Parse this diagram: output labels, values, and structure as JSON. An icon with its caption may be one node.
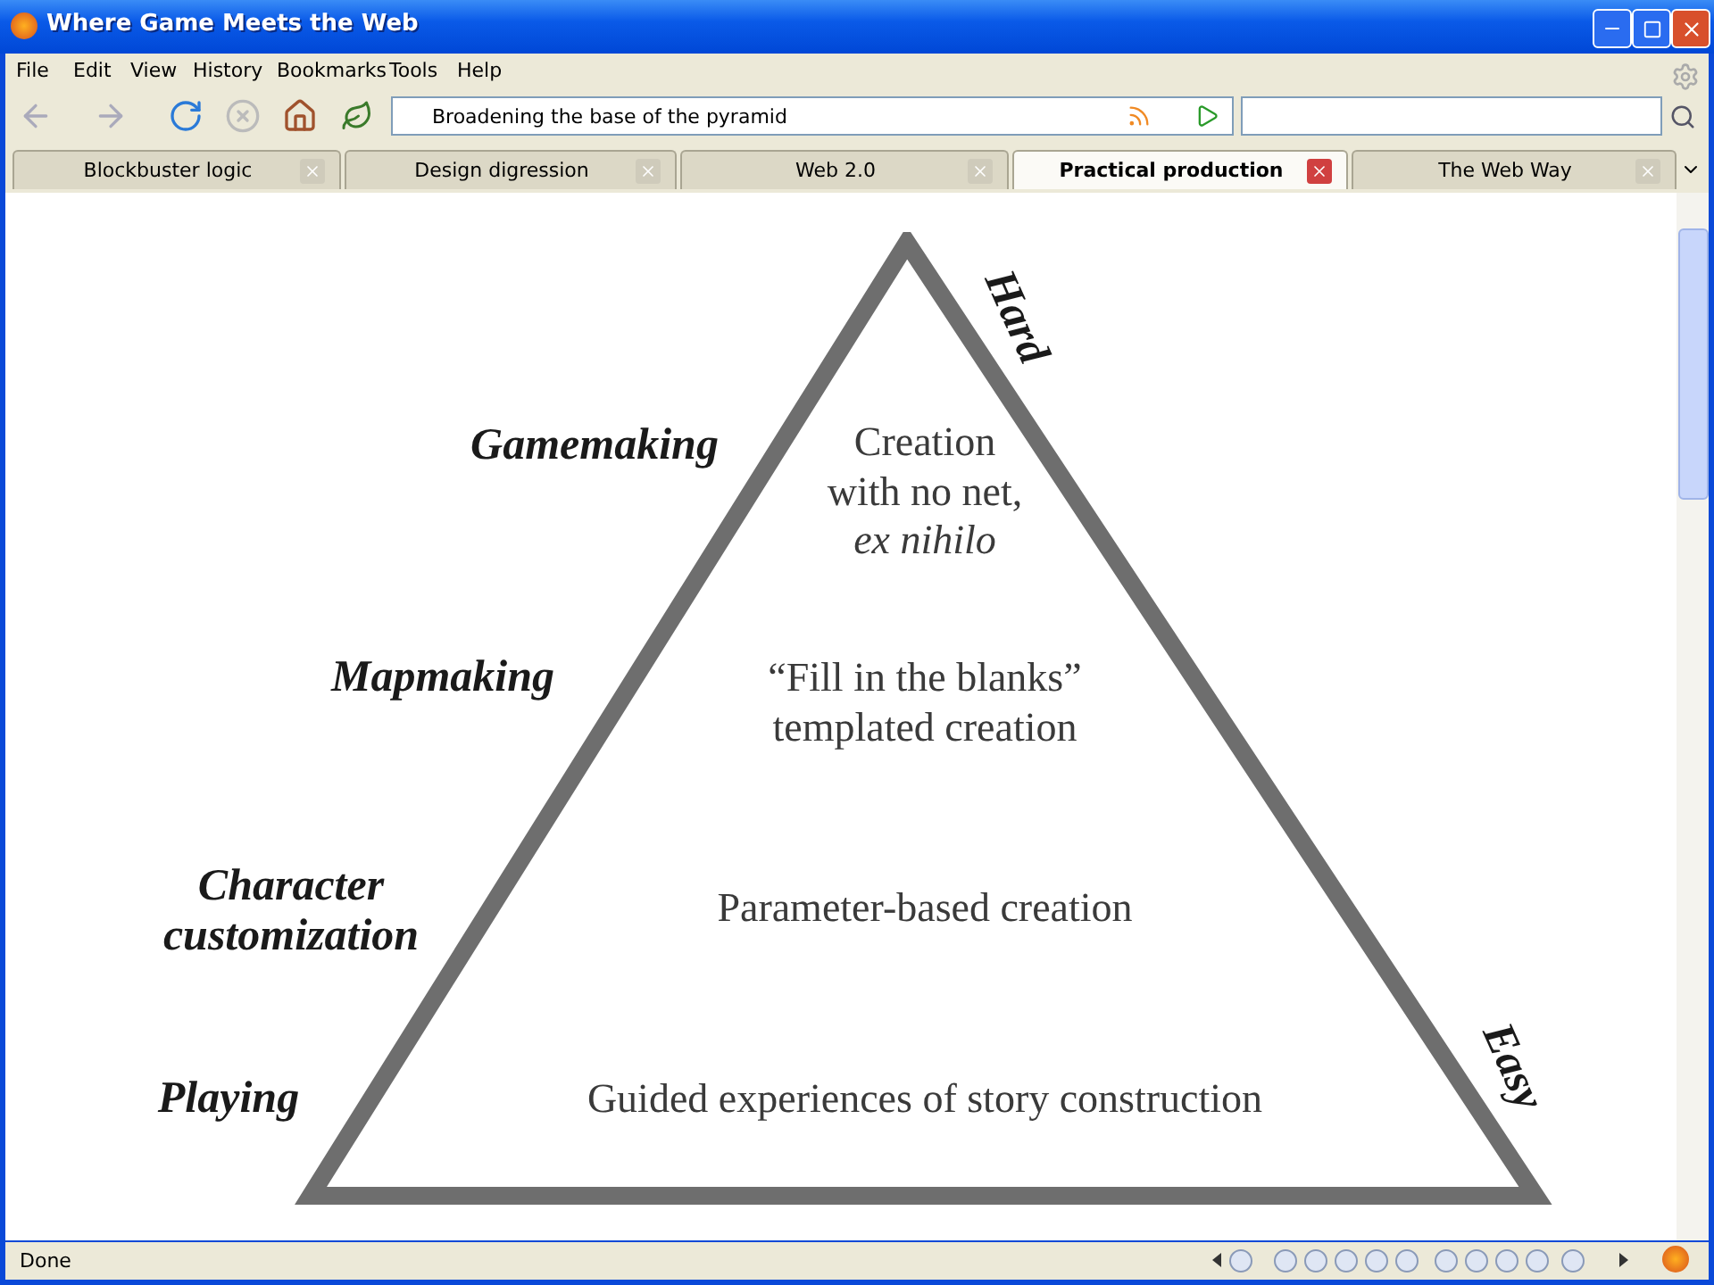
{
  "diagram": {
    "nodes": [
      {
        "text": [
          "Creation with no net, *ex nihilo*",
          "“Fill in the blanks” templated creation",
          "Parameter-based creation",
          "Guided experiences of story construction"
        ]
      }
    ],
    "labels": [
      "Where Game Meets the Web",
      "File",
      "Edit",
      "View",
      "History",
      "Bookmarks",
      "Tools",
      "Help",
      "Broadening the base of the pyramid",
      "Blockbuster logic",
      "Design digression",
      "Web 2.0",
      "Practical production",
      "The Web Way",
      "Gamemaking",
      "Mapmaking",
      "Character customization",
      "Playing",
      "Hard",
      "Easy",
      "Done"
    ]
  }
}
